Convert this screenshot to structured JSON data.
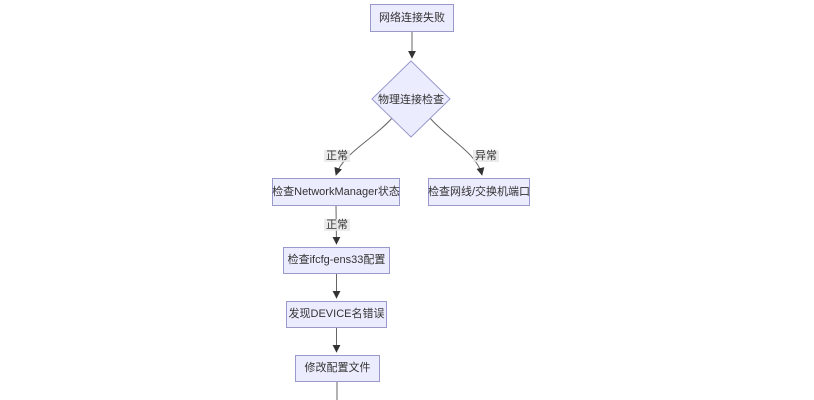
{
  "flowchart": {
    "type": "flowchart-top-down",
    "colors": {
      "background": "#ffffff",
      "node_fill": "#ECECFF",
      "node_border": "#9999cc",
      "edge_line": "#666666",
      "arrowhead": "#333333",
      "text": "#333333",
      "edge_label_bg": "#e8e8e8"
    },
    "nodes": [
      {
        "id": "A",
        "shape": "rect",
        "label": "网络连接失败"
      },
      {
        "id": "B",
        "shape": "diamond",
        "label": "物理连接检查"
      },
      {
        "id": "C",
        "shape": "rect",
        "label": "检查NetworkManager状态"
      },
      {
        "id": "D",
        "shape": "rect",
        "label": "检查网线/交换机端口"
      },
      {
        "id": "E",
        "shape": "rect",
        "label": "检查ifcfg-ens33配置"
      },
      {
        "id": "F",
        "shape": "rect",
        "label": "发现DEVICE名错误"
      },
      {
        "id": "G",
        "shape": "rect",
        "label": "修改配置文件"
      }
    ],
    "edges": [
      {
        "from": "网络连接失败",
        "to": "物理连接检查",
        "label": ""
      },
      {
        "from": "物理连接检查",
        "to": "检查NetworkManager状态",
        "label": "正常"
      },
      {
        "from": "物理连接检查",
        "to": "检查网线/交换机端口",
        "label": "异常"
      },
      {
        "from": "检查NetworkManager状态",
        "to": "检查ifcfg-ens33配置",
        "label": "正常"
      },
      {
        "from": "检查ifcfg-ens33配置",
        "to": "发现DEVICE名错误",
        "label": ""
      },
      {
        "from": "发现DEVICE名错误",
        "to": "修改配置文件",
        "label": ""
      },
      {
        "from": "修改配置文件",
        "to": "",
        "label": "",
        "truncated_at_bottom": true
      }
    ]
  }
}
